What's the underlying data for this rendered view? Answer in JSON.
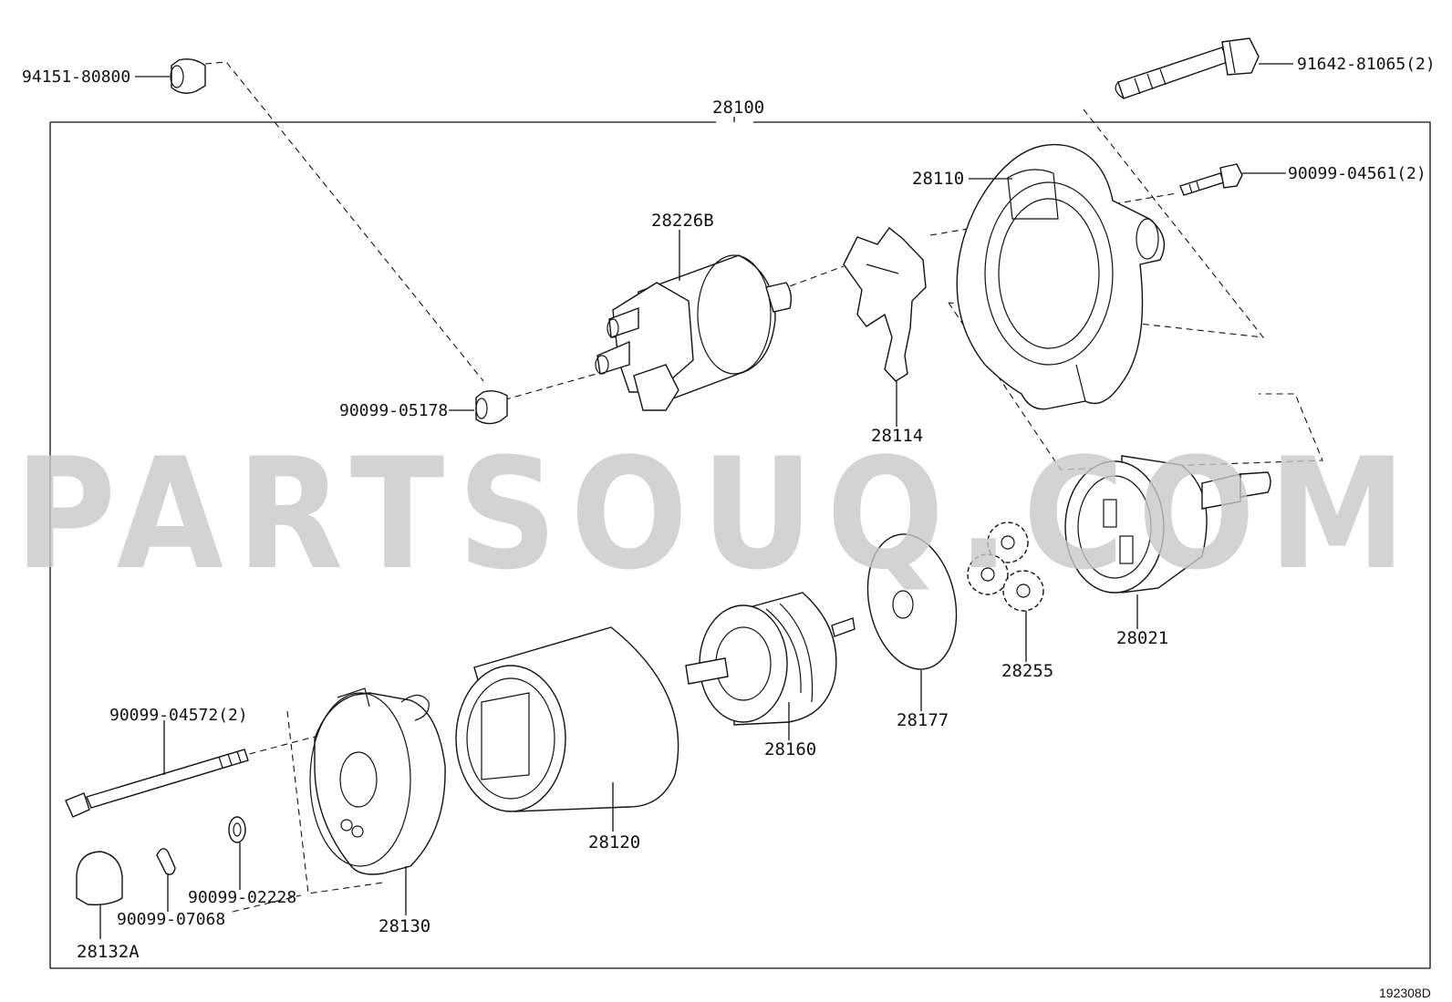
{
  "assembly_label": "28100",
  "figure_id": "192308D",
  "watermark": "PARTSOUQ.COM",
  "parts": {
    "nut_top": "94151-80800",
    "bolt_long": "91642-81065(2)",
    "housing": "28110",
    "bolt_short": "90099-04561(2)",
    "solenoid": "28226B",
    "lever": "28114",
    "nut_small": "90099-05178",
    "clutch": "28021",
    "gears": "28255",
    "plate": "28177",
    "armature": "28160",
    "yoke": "28120",
    "through_bolt": "90099-04572(2)",
    "end_frame": "28130",
    "washer_a": "90099-02228",
    "washer_b": "90099-07068",
    "cap": "28132A"
  }
}
